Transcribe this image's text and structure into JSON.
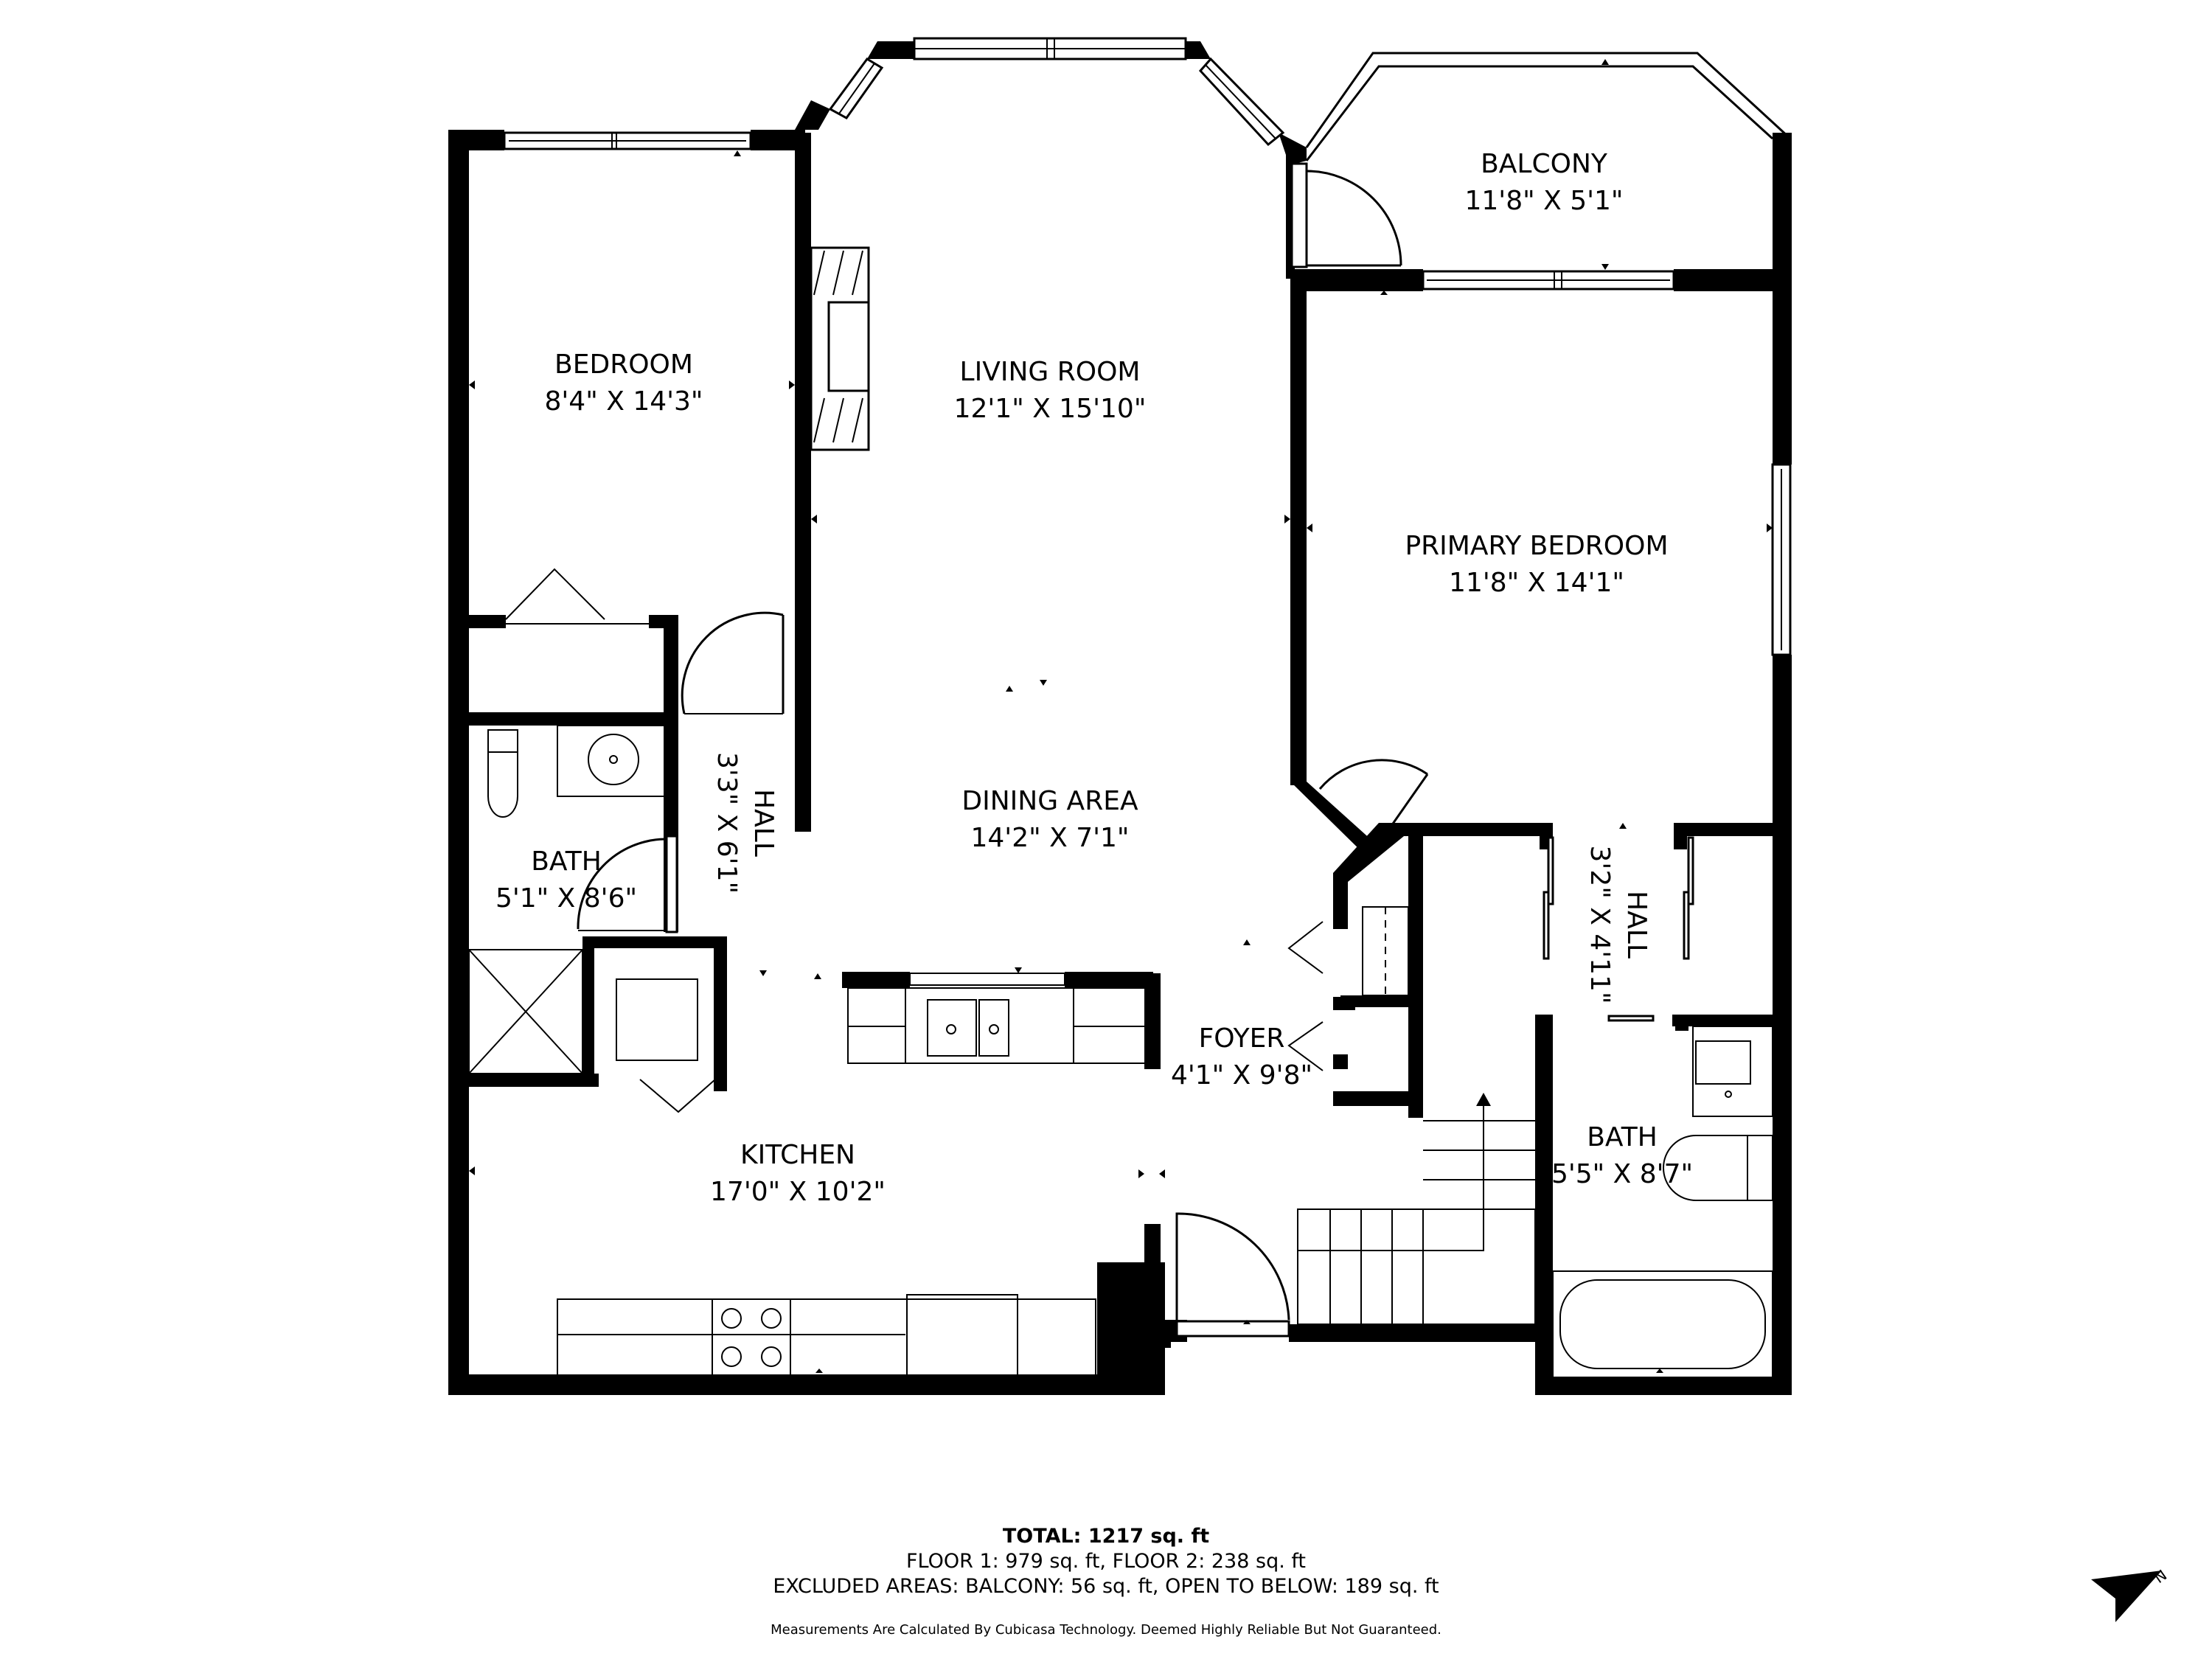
{
  "rooms": {
    "bedroom": {
      "name": "BEDROOM",
      "size": "8'4\" X 14'3\""
    },
    "living_room": {
      "name": "LIVING ROOM",
      "size": "12'1\" X 15'10\""
    },
    "balcony": {
      "name": "BALCONY",
      "size": "11'8\" X 5'1\""
    },
    "primary_bedroom": {
      "name": "PRIMARY BEDROOM",
      "size": "11'8\" X 14'1\""
    },
    "dining_area": {
      "name": "DINING AREA",
      "size": "14'2\" X 7'1\""
    },
    "hall_left": {
      "name": "HALL",
      "size": "3'3\" X 6'1\""
    },
    "bath_left": {
      "name": "BATH",
      "size": "5'1\" X 8'6\""
    },
    "hall_right": {
      "name": "HALL",
      "size": "3'2\" X 4'11\""
    },
    "foyer": {
      "name": "FOYER",
      "size": "4'1\" X 9'8\""
    },
    "kitchen": {
      "name": "KITCHEN",
      "size": "17'0\" X 10'2\""
    },
    "bath_right": {
      "name": "BATH",
      "size": "5'5\" X 8'7\""
    }
  },
  "summary": {
    "total": "TOTAL: 1217 sq. ft",
    "floors": "FLOOR 1: 979 sq. ft, FLOOR 2: 238 sq. ft",
    "excluded": "EXCLUDED AREAS: BALCONY: 56 sq. ft, OPEN TO BELOW: 189 sq. ft",
    "disclaimer": "Measurements Are Calculated By Cubicasa Technology. Deemed Highly Reliable But Not Guaranteed."
  },
  "compass": {
    "icon": "north-arrow-icon",
    "label": "N"
  }
}
